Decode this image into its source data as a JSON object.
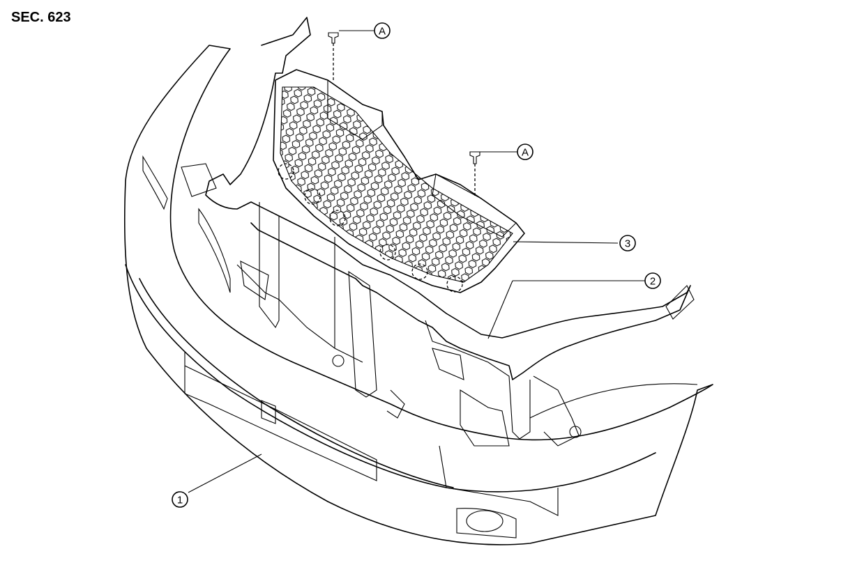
{
  "section": "SEC. 623",
  "callouts": {
    "bumper_fascia": "1",
    "reinforcement": "2",
    "grille": "3",
    "clip_top": "A",
    "clip_right": "A"
  }
}
